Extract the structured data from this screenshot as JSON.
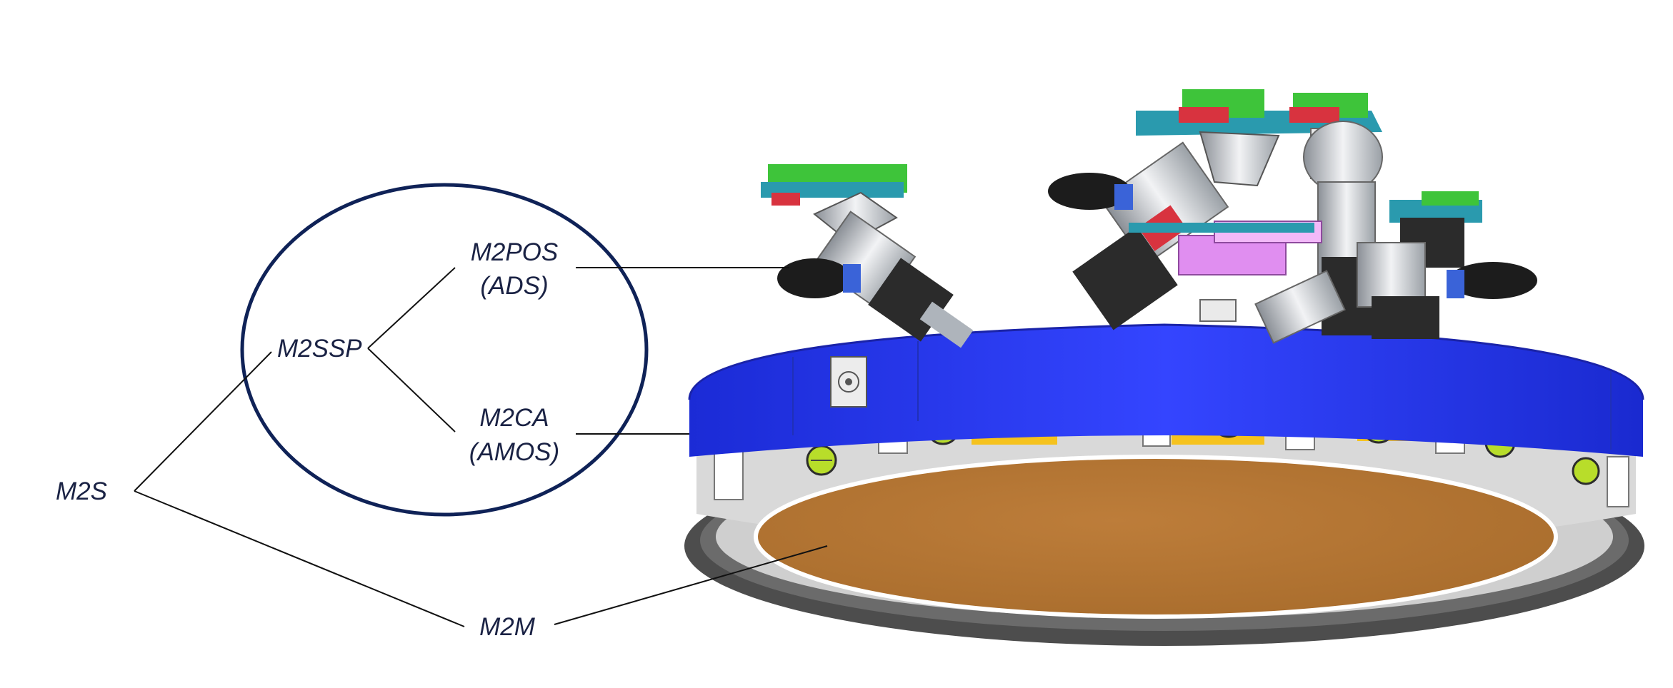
{
  "diagram": {
    "labels": {
      "m2s": "M2S",
      "m2ssp": "M2SSP",
      "m2pos_line1": "M2POS",
      "m2pos_line2": "(ADS)",
      "m2ca_line1": "M2CA",
      "m2ca_line2": "(AMOS)",
      "m2m": "M2M"
    },
    "colors": {
      "label_text": "#1a2244",
      "grouping_ellipse": "#0f2257",
      "ring_band": "#2233e6",
      "mirror_surface": "#b57632",
      "mirror_cell": "#4a4a4a",
      "actuator_green": "#5fd13a",
      "actuator_teal": "#2a9aae",
      "actuator_red": "#d8333f",
      "electronics_box": "#e08ef0",
      "actuator_black": "#1c1c1c"
    }
  }
}
